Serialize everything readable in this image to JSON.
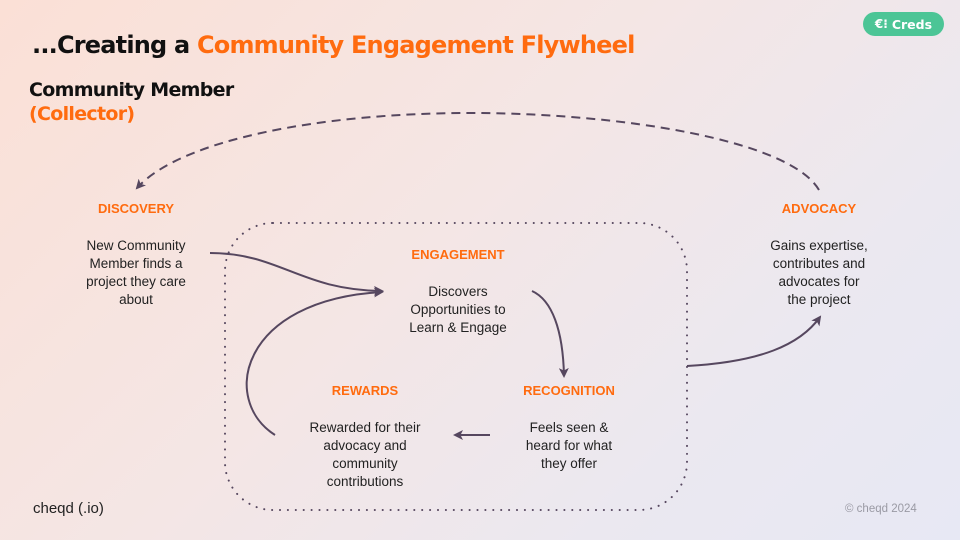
{
  "header": {
    "title_prefix": "...Creating a ",
    "title_accent": "Community Engagement Flywheel",
    "subtitle": "Community Member",
    "subtitle_accent": "(Collector)"
  },
  "badge": {
    "icon": "creds-logo-icon",
    "label": "Creds",
    "color": "#4cc596"
  },
  "colors": {
    "accent": "#ff6b0f",
    "arrow": "#56475f",
    "text": "#222222"
  },
  "nodes": {
    "discovery": {
      "label": "DISCOVERY",
      "lines": [
        "New Community",
        "Member finds a",
        "project they care",
        "about"
      ]
    },
    "engagement": {
      "label": "ENGAGEMENT",
      "lines": [
        "Discovers",
        "Opportunities to",
        "Learn & Engage"
      ]
    },
    "recognition": {
      "label": "RECOGNITION",
      "lines": [
        "Feels seen &",
        "heard for what",
        "they offer"
      ]
    },
    "rewards": {
      "label": "REWARDS",
      "lines": [
        "Rewarded for their",
        "advocacy and",
        "community",
        "contributions"
      ]
    },
    "advocacy": {
      "label": "ADVOCACY",
      "lines": [
        "Gains expertise,",
        "contributes and",
        "advocates for",
        "the project"
      ]
    }
  },
  "edges": [
    {
      "from": "discovery",
      "to": "engagement",
      "style": "solid"
    },
    {
      "from": "engagement",
      "to": "recognition",
      "style": "solid"
    },
    {
      "from": "recognition",
      "to": "rewards",
      "style": "solid"
    },
    {
      "from": "rewards",
      "to": "engagement",
      "style": "solid"
    },
    {
      "from": "engagement-loop",
      "to": "advocacy",
      "style": "solid"
    },
    {
      "from": "advocacy",
      "to": "discovery",
      "style": "dashed"
    }
  ],
  "footer": {
    "left": "cheqd (.io)",
    "right": "© cheqd 2024"
  }
}
